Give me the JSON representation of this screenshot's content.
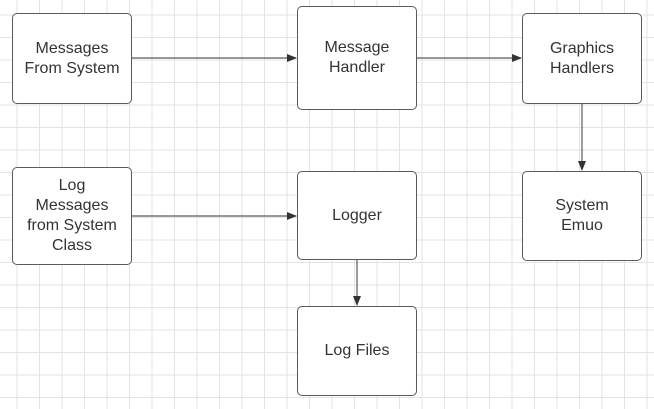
{
  "diagram": {
    "nodes": {
      "messages_from_system": "Messages\nFrom System",
      "message_handler": "Message\nHandler",
      "graphics_handlers": "Graphics\nHandlers",
      "log_messages": "Log\nMessages\nfrom System\nClass",
      "logger": "Logger",
      "system_emuo": "System\nEmuo",
      "log_files": "Log Files"
    },
    "edges": [
      {
        "from": "messages_from_system",
        "to": "message_handler"
      },
      {
        "from": "message_handler",
        "to": "graphics_handlers"
      },
      {
        "from": "graphics_handlers",
        "to": "system_emuo"
      },
      {
        "from": "log_messages",
        "to": "logger"
      },
      {
        "from": "logger",
        "to": "log_files"
      }
    ],
    "colors": {
      "stroke": "#5a5a5a",
      "text": "#333333",
      "grid": "#e3e3e3"
    }
  }
}
